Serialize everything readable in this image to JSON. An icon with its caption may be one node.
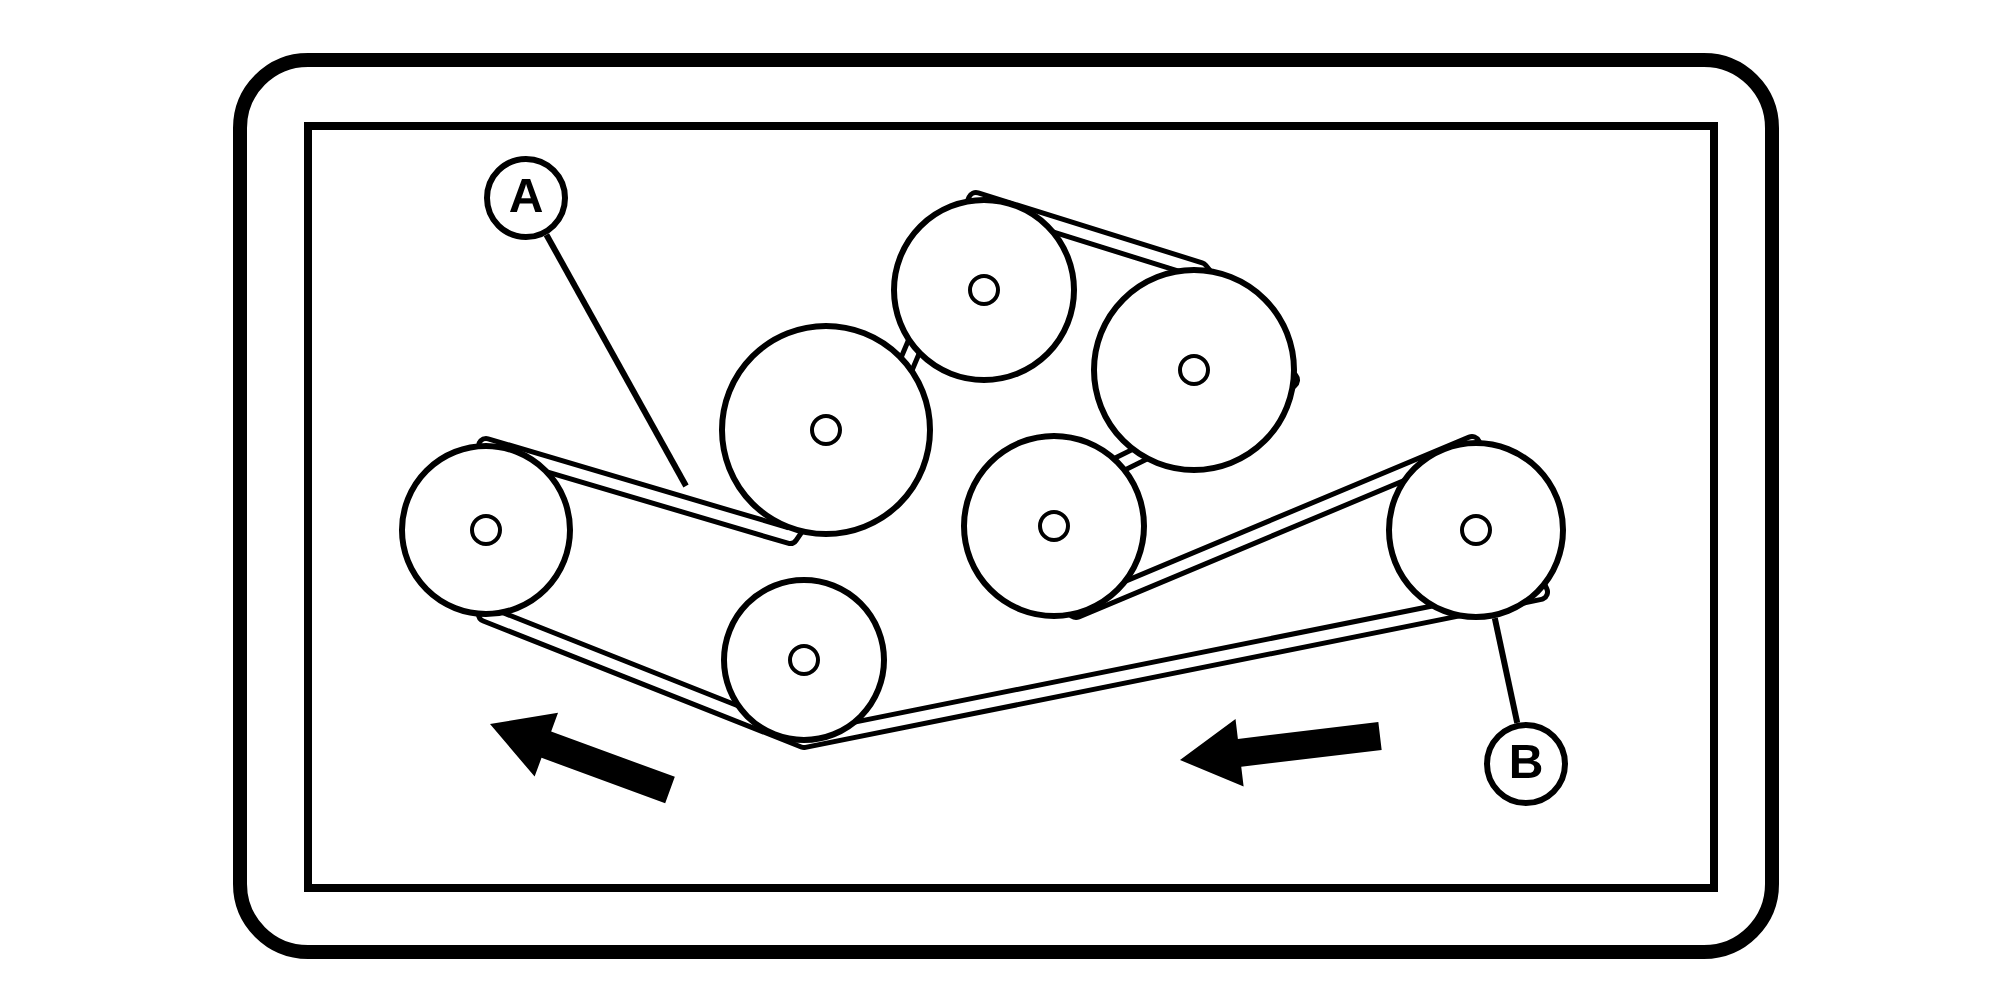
{
  "diagram": {
    "nodes": [
      {
        "text": [
          "A"
        ]
      },
      {
        "text": [
          "B"
        ]
      },
      {
        "text": [],
        "shape": "circle"
      }
    ],
    "edges": [
      {
        "from": 0,
        "to": null,
        "arrow": "none"
      },
      {
        "from": 1,
        "to": 2,
        "arrow": "none"
      }
    ]
  }
}
